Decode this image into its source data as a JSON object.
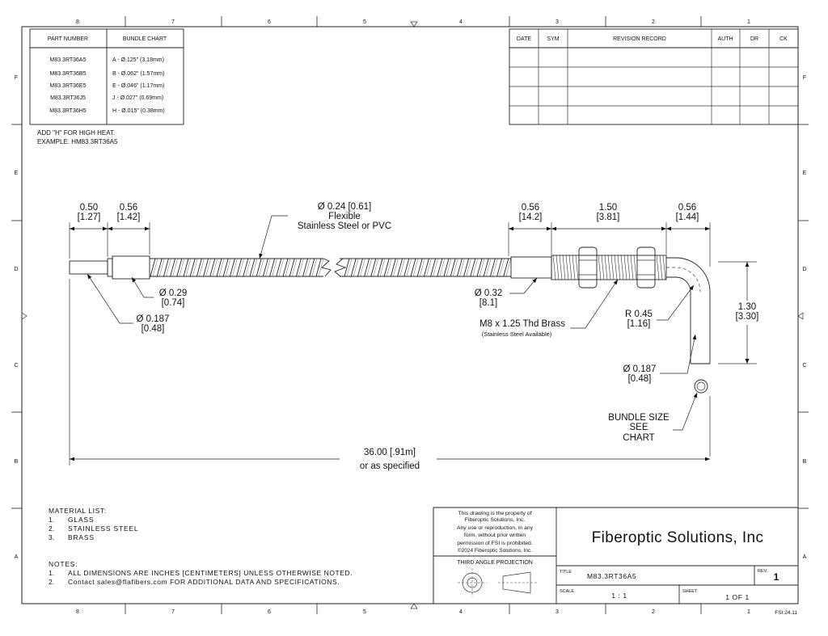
{
  "border": {
    "cols_top": [
      "8",
      "7",
      "6",
      "5",
      "4",
      "3",
      "2",
      "1"
    ],
    "cols_bottom": [
      "8",
      "7",
      "6",
      "5",
      "4",
      "3",
      "2",
      "1"
    ],
    "rows": [
      "F",
      "E",
      "D",
      "C",
      "B",
      "A"
    ],
    "form_id": "FSI.24.11"
  },
  "part_table": {
    "headers": [
      "PART NUMBER",
      "BUNDLE CHART"
    ],
    "rows": [
      {
        "part": "M83.3RT36A5",
        "bundle": "A - Ø.125\" (3.18mm)"
      },
      {
        "part": "M83.3RT36B5",
        "bundle": "B - Ø.062\" (1.57mm)"
      },
      {
        "part": "M83.3RT36E5",
        "bundle": "E - Ø.046\" (1.17mm)"
      },
      {
        "part": "M83.3RT36J5",
        "bundle": "J - Ø.027\" (0.69mm)"
      },
      {
        "part": "M83.3RT36H5",
        "bundle": "H - Ø.015\" (0.38mm)"
      }
    ],
    "note_1": "ADD \"H\" FOR HIGH HEAT.",
    "note_2": "EXAMPLE: HM83.3RT36A5"
  },
  "revision_table": {
    "headers": [
      "DATE",
      "SYM",
      "REVISION RECORD",
      "AUTH",
      "DR",
      "CK"
    ]
  },
  "dimensions": {
    "d_050": "0.50",
    "d_050_m": "[1.27]",
    "d_056a": "0.56",
    "d_056a_m": "[1.42]",
    "d_024": "Ø 0.24 [0.61]",
    "d_024_l2": "Flexible",
    "d_024_l3": "Stainless Steel or PVC",
    "d_029": "Ø 0.29",
    "d_029_m": "[0.74]",
    "d_0187a": "Ø 0.187",
    "d_0187a_m": "[0.48]",
    "d_056b": "0.56",
    "d_056b_m": "[14.2]",
    "d_150": "1.50",
    "d_150_m": "[3.81]",
    "d_056c": "0.56",
    "d_056c_m": "[1.44]",
    "d_032": "Ø 0.32",
    "d_032_m": "[8.1]",
    "d_thread": "M8 x 1.25 Thd Brass",
    "d_thread_sub": "(Stainless Steel Available)",
    "d_r045": "R 0.45",
    "d_r045_m": "[1.16]",
    "d_130": "1.30",
    "d_130_m": "[3.30]",
    "d_0187b": "Ø 0.187",
    "d_0187b_m": "[0.48]",
    "bundle_1": "BUNDLE SIZE",
    "bundle_2": "SEE",
    "bundle_3": "CHART",
    "d_3600": "36.00 [.91m]",
    "d_3600_sub": "or as specified"
  },
  "material": {
    "title": "MATERIAL LIST:",
    "items": [
      {
        "num": "1.",
        "text": "GLASS"
      },
      {
        "num": "2.",
        "text": "STAINLESS STEEL"
      },
      {
        "num": "3.",
        "text": "BRASS"
      }
    ]
  },
  "notes": {
    "title": "NOTES:",
    "items": [
      {
        "num": "1.",
        "text": "ALL DIMENSIONS ARE INCHES [CENTIMETERS] UNLESS OTHERWISE NOTED."
      },
      {
        "num": "2.",
        "text": "Contact sales@flafibers.com FOR ADDITIONAL DATA AND SPECIFICATIONS."
      }
    ]
  },
  "title_block": {
    "property_lines": [
      "This drawing is the property of",
      "Fiberoptic Solutions, Inc.",
      "Any use or reproduction, in any",
      "form, without prior written",
      "permission of FSI is prohibited.",
      "©2024 Fiberoptic Solutions, Inc."
    ],
    "company": "Fiberoptic Solutions, Inc",
    "projection": "THIRD ANGLE PROJECTION",
    "title_label": "TITLE",
    "title_value": "M83.3RT36A5",
    "rev_label": "REV.",
    "rev_value": "1",
    "scale_label": "SCALE",
    "scale_value": "1 : 1",
    "sheet_label": "SHEET",
    "sheet_value": "1  OF 1"
  }
}
